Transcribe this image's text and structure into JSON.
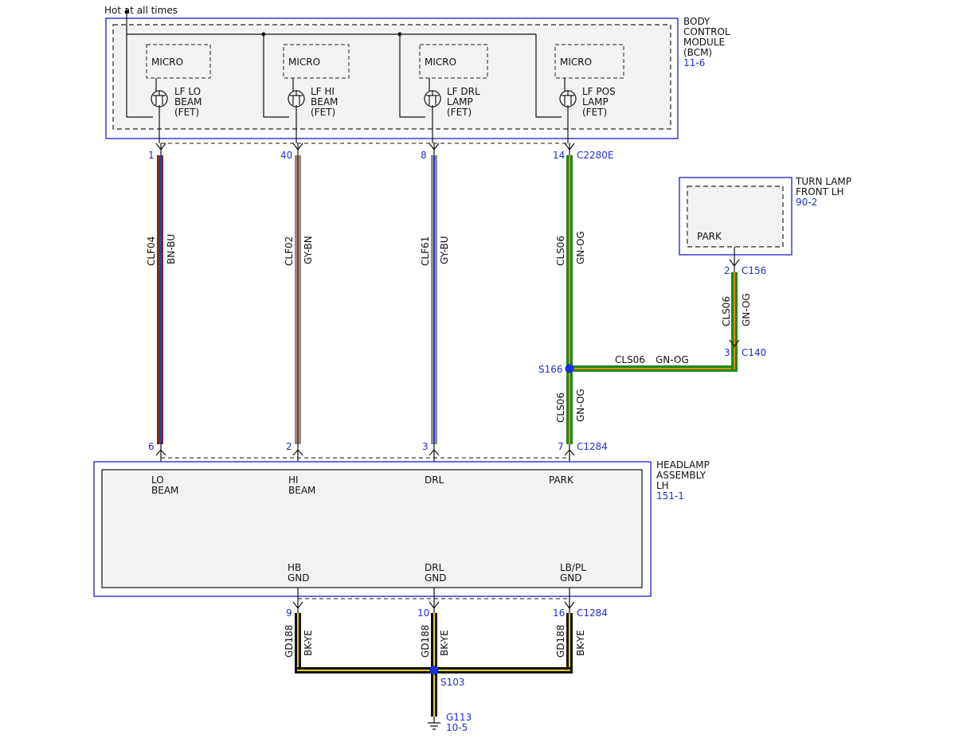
{
  "top_note": "Hot at all times",
  "bcm": {
    "title": [
      "BODY",
      "CONTROL",
      "MODULE",
      "(BCM)"
    ],
    "ref": "11-6",
    "micro_label": "MICRO",
    "fets": [
      {
        "lines": [
          "LF LO",
          "BEAM",
          "(FET)"
        ]
      },
      {
        "lines": [
          "LF HI",
          "BEAM",
          "(FET)"
        ]
      },
      {
        "lines": [
          "LF DRL",
          "LAMP",
          "(FET)"
        ]
      },
      {
        "lines": [
          "LF POS",
          "LAMP",
          "(FET)"
        ]
      }
    ]
  },
  "turn_lamp": {
    "title": [
      "TURN LAMP",
      "FRONT LH"
    ],
    "ref": "90-2",
    "pin_label": "PARK"
  },
  "headlamp": {
    "title": [
      "HEADLAMP",
      "ASSEMBLY",
      "LH"
    ],
    "ref": "151-1",
    "top_pins": [
      {
        "lines": [
          "LO",
          "BEAM"
        ]
      },
      {
        "lines": [
          "HI",
          "BEAM"
        ]
      },
      {
        "lines": [
          "DRL"
        ]
      },
      {
        "lines": [
          "PARK"
        ]
      }
    ],
    "bottom_pins": [
      {
        "lines": [
          "HB",
          "GND"
        ]
      },
      {
        "lines": [
          "DRL",
          "GND"
        ]
      },
      {
        "lines": [
          "LB/PL",
          "GND"
        ]
      }
    ]
  },
  "wires": {
    "w1": {
      "circuit": "CLF04",
      "color": "BN-BU",
      "pin_top": "1",
      "pin_bot": "6",
      "c1": "#7a2a1c",
      "c2": "#2a3fd0"
    },
    "w2": {
      "circuit": "CLF02",
      "color": "GY-BN",
      "pin_top": "40",
      "pin_bot": "2",
      "c1": "#8c8c8c",
      "c2": "#8a3a1a"
    },
    "w3": {
      "circuit": "CLF61",
      "color": "GY-BU",
      "pin_top": "8",
      "pin_bot": "3",
      "c1": "#8c8c8c",
      "c2": "#2a3fd0"
    },
    "w4": {
      "circuit": "CLS06",
      "color": "GN-OG",
      "pin_top": "14",
      "pin_bot": "7",
      "c1": "#1a8a1a",
      "c2": "#e08a10"
    },
    "w4b": {
      "circuit": "CLS06",
      "color": "GN-OG"
    },
    "turn": {
      "circuit": "CLS06",
      "color": "GN-OG",
      "pin_top": "2",
      "pin_bot": "3"
    },
    "horiz": {
      "circuit": "CLS06",
      "color": "GN-OG"
    },
    "g1": {
      "circuit": "GD188",
      "color": "BK-YE",
      "pin": "9",
      "c1": "#111111",
      "c2": "#e6d400"
    },
    "g2": {
      "circuit": "GD188",
      "color": "BK-YE",
      "pin": "10"
    },
    "g3": {
      "circuit": "GD188",
      "color": "BK-YE",
      "pin": "16"
    }
  },
  "connectors": {
    "bcm": "C2280E",
    "headlamp_top": "C1284",
    "turn_top": "C156",
    "turn_bot": "C140",
    "headlamp_bot": "C1284"
  },
  "splices": {
    "s166": "S166",
    "s103": "S103"
  },
  "ground": {
    "id": "G113",
    "ref": "10-5"
  }
}
